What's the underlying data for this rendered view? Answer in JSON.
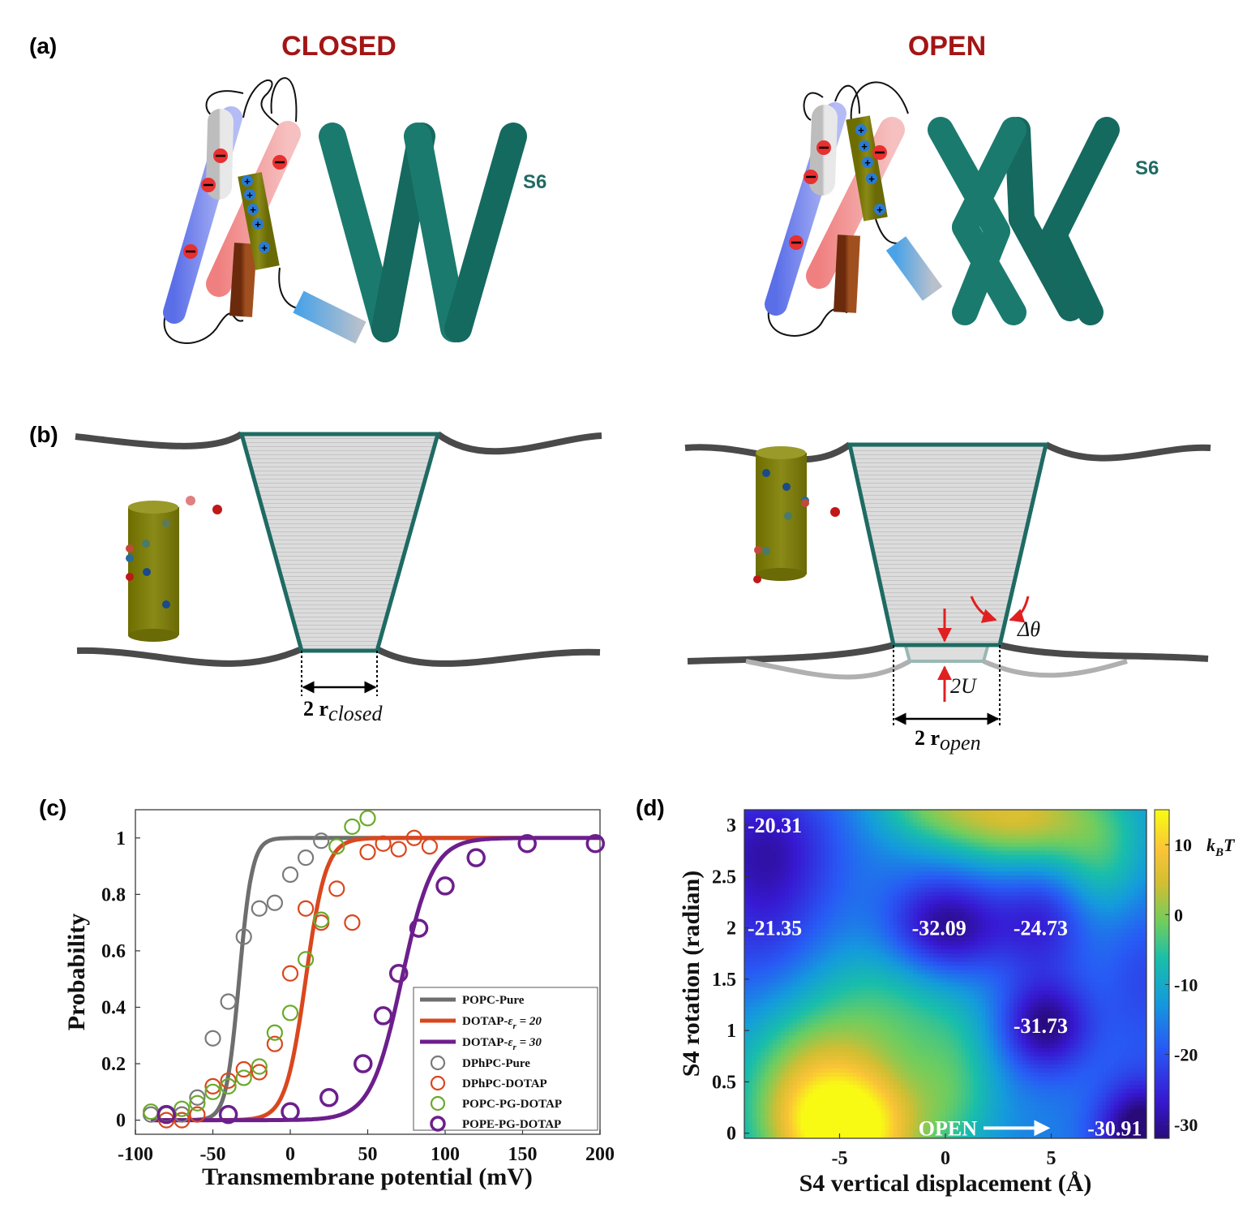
{
  "panels": {
    "a": {
      "label": "(a)",
      "closed_title": "CLOSED",
      "open_title": "OPEN",
      "s6_label": "S6"
    },
    "b": {
      "label": "(b)",
      "r_closed": "2 r",
      "r_closed_sub": "closed",
      "r_open": "2 r",
      "r_open_sub": "open",
      "delta_theta": "Δθ",
      "two_u": "2U"
    },
    "c": {
      "label": "(c)"
    },
    "d": {
      "label": "(d)"
    }
  },
  "colors": {
    "closed_open_title": "#a31515",
    "s6_helix": "#1b7a6e",
    "membrane": "#4a4a4a",
    "pore_outline": "#1f6b63",
    "s4_helix": "#7a7a10",
    "arrow_red": "#e02020"
  },
  "chart_data": [
    {
      "type": "scatter",
      "panel": "c",
      "xlabel": "Transmembrane potential (mV)",
      "ylabel": "Probability",
      "xlim": [
        -100,
        200
      ],
      "ylim": [
        -0.05,
        1.1
      ],
      "xticks": [
        -100,
        -50,
        0,
        50,
        100,
        150,
        200
      ],
      "yticks": [
        0,
        0.2,
        0.4,
        0.6,
        0.8,
        1
      ],
      "legend_position": "bottom-right",
      "fits": [
        {
          "name": "POPC-Pure",
          "color": "#6e6e6e",
          "v_half": -33,
          "k": 4.2,
          "x_max": 150
        },
        {
          "name": "DOTAP-",
          "name_eps": "ε",
          "name_sub": "r",
          "name_val": " = 20",
          "color": "#d9471e",
          "v_half": 10,
          "k": 6.5,
          "x_max": 150
        },
        {
          "name": "DOTAP-",
          "name_eps": "ε",
          "name_sub": "r",
          "name_val": " = 30",
          "color": "#6c1f8c",
          "v_half": 72,
          "k": 10,
          "x_max": 200
        }
      ],
      "series": [
        {
          "name": "DPhPC-Pure",
          "color": "#7a7a7a",
          "marker_size": 9,
          "x": [
            -90,
            -80,
            -70,
            -60,
            -50,
            -40,
            -30,
            -20,
            -10,
            0,
            10,
            20
          ],
          "y": [
            0.02,
            0.02,
            0.02,
            0.08,
            0.29,
            0.42,
            0.65,
            0.75,
            0.77,
            0.87,
            0.93,
            0.99
          ]
        },
        {
          "name": "DPhPC-DOTAP",
          "color": "#d9471e",
          "marker_size": 9,
          "x": [
            -80,
            -70,
            -60,
            -50,
            -40,
            -30,
            -20,
            -10,
            0,
            10,
            20,
            30,
            40,
            50,
            60,
            70,
            80,
            90
          ],
          "y": [
            0.0,
            0.0,
            0.02,
            0.12,
            0.14,
            0.18,
            0.17,
            0.27,
            0.52,
            0.75,
            0.7,
            0.82,
            0.7,
            0.95,
            0.98,
            0.96,
            1.0,
            0.97
          ]
        },
        {
          "name": "POPC-PG-DOTAP",
          "color": "#6aaa2c",
          "marker_size": 9,
          "x": [
            -90,
            -80,
            -70,
            -60,
            -50,
            -40,
            -30,
            -20,
            -10,
            0,
            10,
            20,
            30,
            40,
            50
          ],
          "y": [
            0.03,
            0.02,
            0.04,
            0.06,
            0.1,
            0.12,
            0.15,
            0.19,
            0.31,
            0.38,
            0.57,
            0.71,
            0.97,
            1.04,
            1.07
          ]
        },
        {
          "name": "POPE-PG-DOTAP",
          "color": "#6c1f8c",
          "marker_size": 10,
          "x": [
            -80,
            -40,
            0,
            25,
            47,
            60,
            70,
            83,
            100,
            120,
            153,
            197
          ],
          "y": [
            0.02,
            0.02,
            0.03,
            0.08,
            0.2,
            0.37,
            0.52,
            0.68,
            0.83,
            0.93,
            0.98,
            0.98
          ]
        }
      ]
    },
    {
      "type": "heatmap",
      "panel": "d",
      "xlabel": "S4 vertical displacement (Å)",
      "ylabel": "S4 rotation (radian)",
      "xlim": [
        -9.5,
        9.5
      ],
      "ylim": [
        -0.05,
        3.15
      ],
      "xticks": [
        -5,
        0,
        5
      ],
      "yticks": [
        0,
        0.5,
        1,
        1.5,
        2,
        2.5,
        3
      ],
      "colorbar": {
        "min": -32,
        "max": 15,
        "ticks": [
          10,
          0,
          -10,
          -20,
          -30
        ],
        "unit": "k",
        "unit_sub": "B",
        "unit_T": "T"
      },
      "minima": [
        {
          "x": -8.8,
          "y": 3.0,
          "value": "-20.31"
        },
        {
          "x": -8.8,
          "y": 2.0,
          "value": "-21.35"
        },
        {
          "x": -0.3,
          "y": 2.0,
          "value": "-32.09"
        },
        {
          "x": 4.5,
          "y": 2.0,
          "value": "-24.73"
        },
        {
          "x": 4.5,
          "y": 1.05,
          "value": "-31.73"
        },
        {
          "x": 8.0,
          "y": 0.05,
          "value": "-30.91"
        }
      ],
      "annotation": {
        "text": "OPEN",
        "arrow_from": [
          1.8,
          0.05
        ],
        "arrow_to": [
          4.8,
          0.05
        ]
      },
      "surface": {
        "base": -15,
        "wells": [
          {
            "x": 0,
            "y": 2.0,
            "depth": -18,
            "sx": 2.0,
            "sy": 0.35
          },
          {
            "x": 4.7,
            "y": 1.05,
            "depth": -17,
            "sx": 1.5,
            "sy": 0.32
          },
          {
            "x": 9.3,
            "y": 0.0,
            "depth": -20,
            "sx": 1.5,
            "sy": 0.35
          },
          {
            "x": -8.5,
            "y": 2.0,
            "depth": -8,
            "sx": 2.5,
            "sy": 0.6
          },
          {
            "x": -8.5,
            "y": 3.0,
            "depth": -7,
            "sx": 2.5,
            "sy": 0.4
          },
          {
            "x": 4.6,
            "y": 2.05,
            "depth": -10,
            "sx": 1.5,
            "sy": 0.35
          },
          {
            "x": 9.5,
            "y": 1.5,
            "depth": -6,
            "sx": 1.5,
            "sy": 0.6
          },
          {
            "x": -8.5,
            "y": 2.6,
            "depth": -5,
            "sx": 2.0,
            "sy": 0.4
          }
        ],
        "hills": [
          {
            "x": -4.5,
            "y": 0.0,
            "height": 29,
            "sx": 2.4,
            "sy": 0.42
          },
          {
            "x": -6.5,
            "y": 0.5,
            "height": 14,
            "sx": 2.5,
            "sy": 0.6
          },
          {
            "x": 3.5,
            "y": 3.1,
            "height": 20,
            "sx": 3.0,
            "sy": 0.35
          },
          {
            "x": -1.0,
            "y": 3.2,
            "height": 8,
            "sx": 2.0,
            "sy": 0.25
          },
          {
            "x": -2.5,
            "y": 1.2,
            "height": 10,
            "sx": 3.0,
            "sy": 0.6
          },
          {
            "x": 0.5,
            "y": 0.4,
            "height": 8,
            "sx": 1.5,
            "sy": 0.5
          },
          {
            "x": 7.5,
            "y": 2.6,
            "height": 8,
            "sx": 1.5,
            "sy": 0.4
          }
        ]
      }
    }
  ]
}
